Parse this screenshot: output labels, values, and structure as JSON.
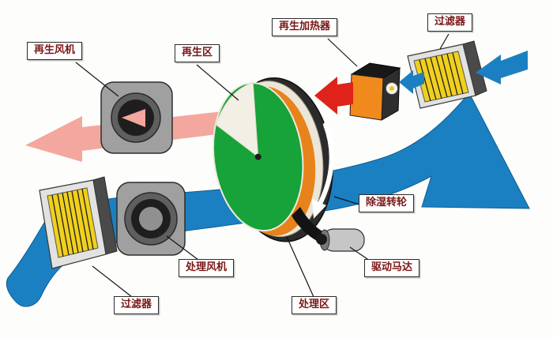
{
  "labels": {
    "regen_fan": "再生风机",
    "regen_zone": "再生区",
    "regen_heater": "再生加热器",
    "filter_top": "过滤器",
    "filter_bottom": "过滤器",
    "dehumid_wheel": "除湿转轮",
    "drive_motor": "驱动马达",
    "process_zone": "处理区",
    "process_fan": "处理风机"
  },
  "colors": {
    "process_air": "#1b80c2",
    "regen_air": "#f3a79f",
    "hot_air": "#e0231a",
    "wheel_face": "#17a23a",
    "wheel_interior": "#e8821a",
    "heater_front": "#f08a1d",
    "filter_media": "#f0d01e",
    "label_text": "#7a1616"
  }
}
